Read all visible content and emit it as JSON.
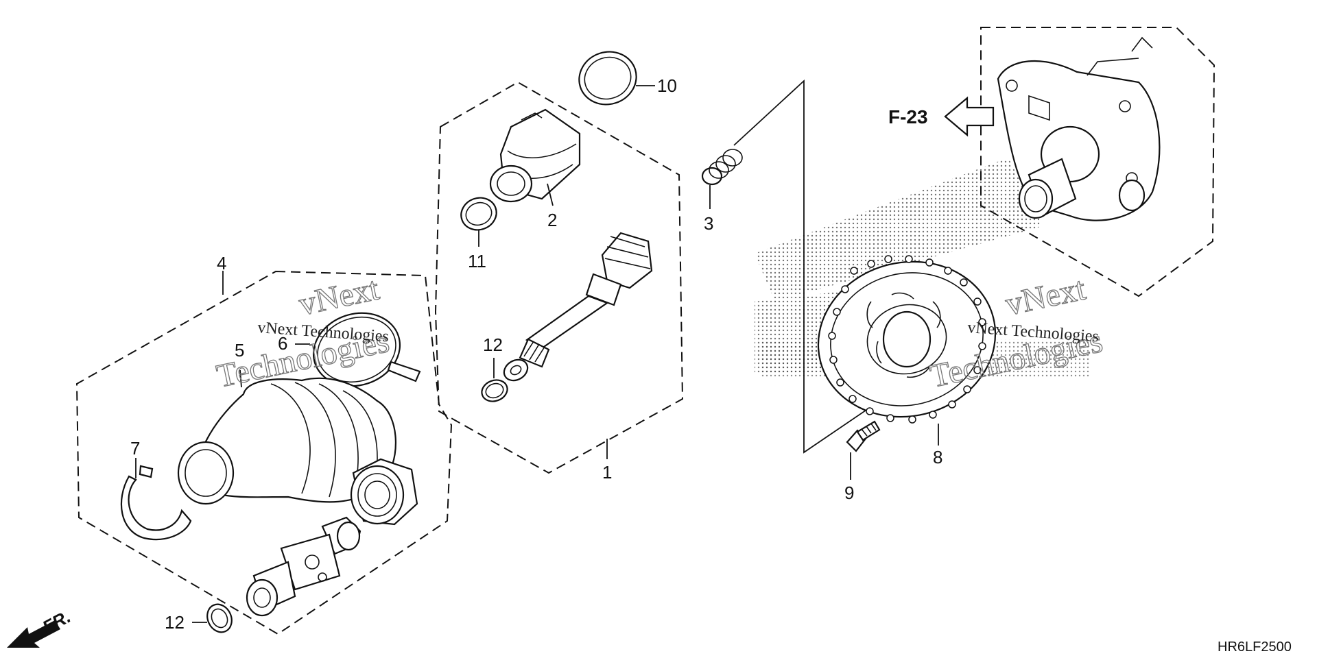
{
  "callouts": [
    {
      "id": "1",
      "text": "1"
    },
    {
      "id": "2",
      "text": "2"
    },
    {
      "id": "3",
      "text": "3"
    },
    {
      "id": "4",
      "text": "4"
    },
    {
      "id": "5",
      "text": "5"
    },
    {
      "id": "6",
      "text": "6"
    },
    {
      "id": "7",
      "text": "7"
    },
    {
      "id": "8",
      "text": "8"
    },
    {
      "id": "9",
      "text": "9"
    },
    {
      "id": "10",
      "text": "10"
    },
    {
      "id": "11",
      "text": "11"
    },
    {
      "id": "12a",
      "text": "12"
    },
    {
      "id": "12b",
      "text": "12"
    }
  ],
  "reference": {
    "text": "F-23"
  },
  "direction": {
    "text": "FR."
  },
  "drawing_code": "HR6LF2500",
  "watermarks": [
    {
      "outline_top": "vNext",
      "outline_bottom": "Technologies",
      "solid": "vNext Technologies"
    },
    {
      "outline_top": "vNext",
      "outline_bottom": "Technologies",
      "solid": "vNext Technologies"
    }
  ],
  "colors": {
    "ink": "#111111",
    "paper": "#ffffff",
    "watermark": "#777777"
  }
}
